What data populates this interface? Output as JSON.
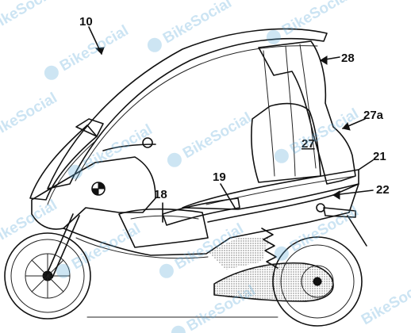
{
  "figure": {
    "reference_numerals": {
      "vehicle": "10",
      "roof_element": "28",
      "rear_fairing": "27a",
      "seat_backrest": "27",
      "side_panel": "21",
      "mount": "22",
      "frame_tube": "19",
      "seat": "18"
    }
  },
  "watermark": {
    "text": "BikeSocial",
    "color": "#5aa9d8"
  }
}
